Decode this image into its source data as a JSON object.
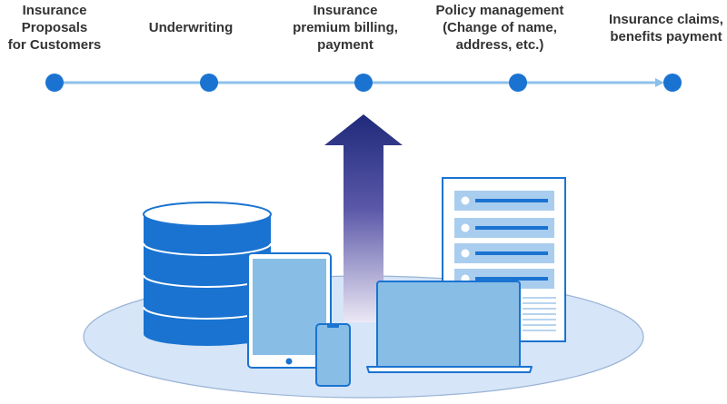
{
  "flow": {
    "steps": [
      {
        "label": "Insurance\nProposals\nfor Customers"
      },
      {
        "label": "Underwriting"
      },
      {
        "label": "Insurance\npremium billing,\npayment"
      },
      {
        "label": "Policy management\n(Change of name,\naddress, etc.)"
      },
      {
        "label": "Insurance claims,\nbenefits payment"
      }
    ]
  },
  "colors": {
    "node": "#1a73d1",
    "timeline": "#8cc0ea",
    "label_text": "#333333",
    "arrow_top": "#1f2a7a",
    "arrow_bottom": "#ece8f5",
    "platform": "#d6e5f7",
    "platform_edge": "#9ab3d6",
    "database": "#1a73d1",
    "device_fill": "#88bde6",
    "device_edge": "#1a73d1"
  },
  "illustration": {
    "icons": [
      "database-icon",
      "tablet-icon",
      "smartphone-icon",
      "laptop-icon",
      "document-list-icon",
      "upward-arrow-icon"
    ]
  }
}
